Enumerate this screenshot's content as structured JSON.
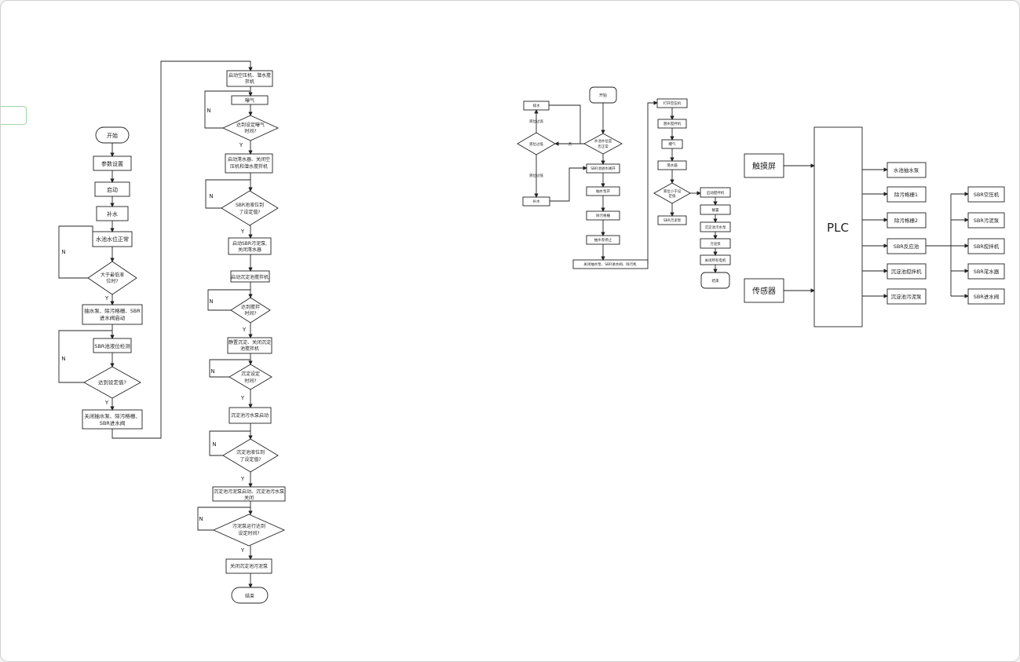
{
  "flow1": {
    "n1": "开始",
    "n2": "参数设置",
    "n3": "启动",
    "n4": "补水",
    "n5": "水池水位正常",
    "d1_line1": "大于最低液",
    "d1_line2": "位时?",
    "n6_line1": "抽水泵、除污格栅、SBR",
    "n6_line2": "进水阀启动",
    "n7": "SBR池液位检测",
    "d2": "达到设定值?",
    "n8_line1": "关闭抽水泵、除污格栅、",
    "n8_line2": "SBR进水阀",
    "yes": "Y",
    "no": "N"
  },
  "flow2": {
    "a1_line1": "启动空压机、潜水搅",
    "a1_line2": "拌机",
    "a2": "曝气",
    "ad1_line1": "达到设定曝气",
    "ad1_line2": "时间?",
    "a3_line1": "启动滗水器、关闭空",
    "a3_line2": "压机和潜水搅拌机",
    "ad2_line1": "SBR池液位到",
    "ad2_line2": "了设定值?",
    "a4_line1": "启动SBR污泥泵,",
    "a4_line2": "关闭滗水器",
    "a5": "启动沉淀池搅拌机",
    "ad3_line1": "达到搅拌",
    "ad3_line2": "时间?",
    "a6_line1": "静置沉淀、关闭沉淀",
    "a6_line2": "池搅拌机",
    "ad4_line1": "沉淀设定",
    "ad4_line2": "时间?",
    "a7": "沉淀池污水泵启动",
    "ad5_line1": "沉淀池液位到",
    "ad5_line2": "了设定值?",
    "a8_line1": "沉淀池污泥泵启动、沉淀池污水泵",
    "a8_line2": "关闭",
    "ad6_line1": "污泥泵运行达到",
    "ad6_line2": "设定时间?",
    "a9": "关闭沉淀池污泥泵",
    "a10": "结束"
  },
  "flow3": {
    "s1": "开始",
    "d1_line1": "水池水位是",
    "d1_line2": "否正常",
    "no_label": "否",
    "d2": "液位过低",
    "high_label": "液位过高",
    "low_label": "液位过低",
    "drain": "排水",
    "fill": "补水",
    "b1": "SBR池进水阀开",
    "b2": "抽水泵开",
    "b3": "除污格栅",
    "b4": "抽水泵停止",
    "b5": "关闭抽水泵、SBR进水阀、除污机",
    "c1": "打开空压机",
    "c2": "潜水搅拌机",
    "c3": "曝气",
    "c4": "滗水器",
    "cd_line1": "液位小于设",
    "cd_line2": "定值",
    "c5": "SBR污泥泵",
    "e1": "启动搅拌机",
    "e2": "静置",
    "e3": "沉淀池污水泵",
    "e4": "污泥泵",
    "e5": "关闭所有电机",
    "e6": "结束"
  },
  "plc": {
    "touch": "触摸屏",
    "sensor": "传感器",
    "center": "PLC",
    "outputs": [
      "水池抽水泵",
      "除污格栅1",
      "除污格栅2",
      "SBR反应池",
      "沉淀池搅拌机",
      "沉淀池污泥泵"
    ],
    "sbr_outputs": [
      "SBR空压机",
      "SBR污泥泵",
      "SBR搅拌机",
      "SBR滗水器",
      "SBR进水阀"
    ]
  }
}
